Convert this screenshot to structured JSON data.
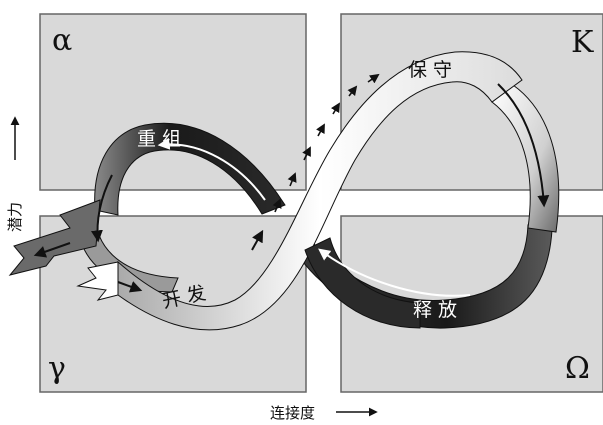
{
  "quadrants": {
    "top_left": "α",
    "top_right": "K",
    "bottom_left": "γ",
    "bottom_right": "Ω"
  },
  "phases": {
    "conservation": "保守",
    "release": "释放",
    "reorganization": "重组",
    "exploitation": "开发"
  },
  "axes": {
    "x_label": "连接度",
    "y_label": "潜力"
  },
  "colors": {
    "panel_fill": "#d9d9d9",
    "panel_stroke": "#666666",
    "ribbon_dark": "#1a1a1a",
    "ribbon_light": "#f2f2f2"
  }
}
